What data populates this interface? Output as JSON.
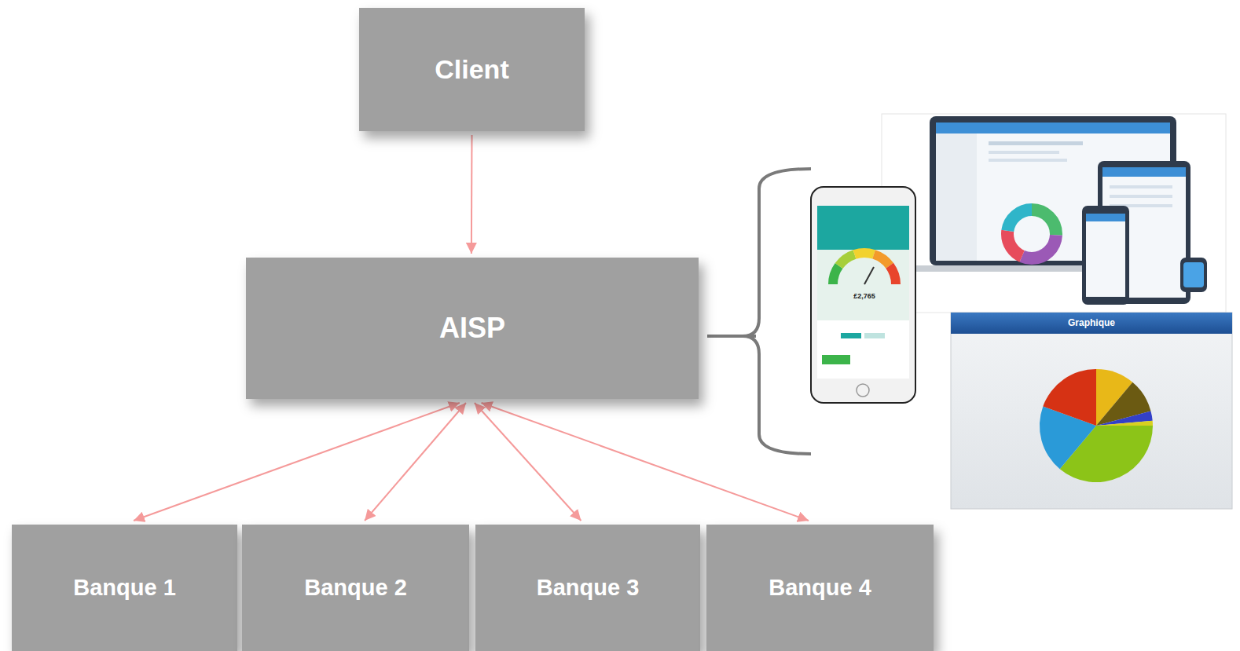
{
  "diagram": {
    "nodes": [
      {
        "text": [
          "Client"
        ]
      },
      {
        "text": [
          "AISP"
        ]
      },
      {
        "text": [
          "Banque 1"
        ]
      },
      {
        "text": [
          "Banque 2"
        ]
      },
      {
        "text": [
          "Banque 3"
        ]
      },
      {
        "text": [
          "Banque 4"
        ]
      }
    ],
    "edges": [
      {
        "from": 0,
        "to": 1,
        "arrow": "to"
      },
      {
        "from": 1,
        "to": 2,
        "arrow": "both"
      },
      {
        "from": 1,
        "to": 3,
        "arrow": "both"
      },
      {
        "from": 1,
        "to": 4,
        "arrow": "both"
      },
      {
        "from": 1,
        "to": 5,
        "arrow": "both"
      }
    ],
    "labels": [
      "£2,765",
      "Graphique"
    ]
  }
}
